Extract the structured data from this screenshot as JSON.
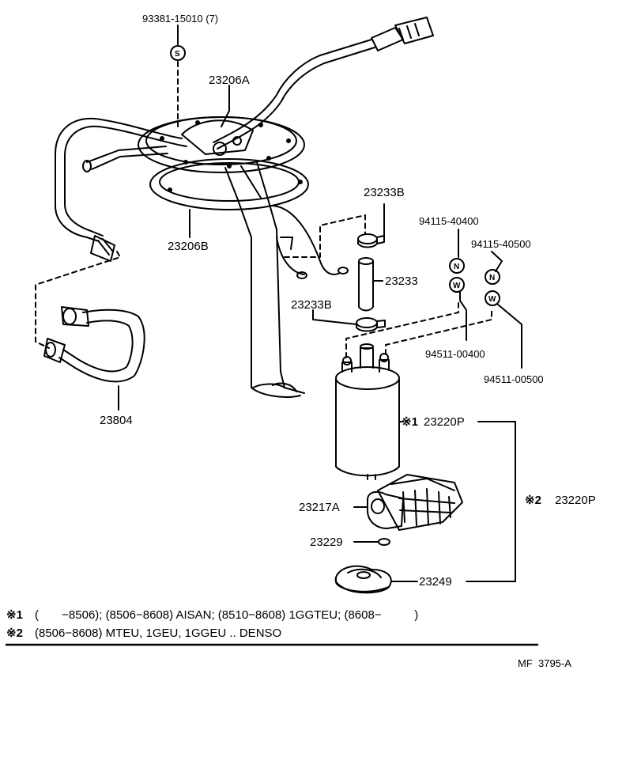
{
  "callouts": {
    "c_93381": "93381-15010 (7)",
    "c_23206A": "23206A",
    "c_23206B": "23206B",
    "c_23804": "23804",
    "c_23233B_top": "23233B",
    "c_23233": "23233",
    "c_23233B_bot": "23233B",
    "c_94115_40400": "94115-40400",
    "c_94115_40500": "94115-40500",
    "c_94511_00400": "94511-00400",
    "c_94511_00500": "94511-00500",
    "c_23220P_1": "23220P",
    "c_23220P_2": "23220P",
    "c_23217A": "23217A",
    "c_23229": "23229",
    "c_23249": "23249"
  },
  "markers": {
    "m1": "※1",
    "m2": "※2"
  },
  "symbols": {
    "s": "S",
    "n1": "N",
    "w1": "W",
    "n2": "N",
    "w2": "W"
  },
  "notes": {
    "n1_marker": "※1",
    "n1_text": "(       −8506); (8506−8608) AISAN; (8510−8608) 1GGTEU; (8608−          )",
    "n2_marker": "※2",
    "n2_text": "(8506−8608) MTEU, 1GEU, 1GGEU .. DENSO"
  },
  "figure_code": "MF  3795-A"
}
